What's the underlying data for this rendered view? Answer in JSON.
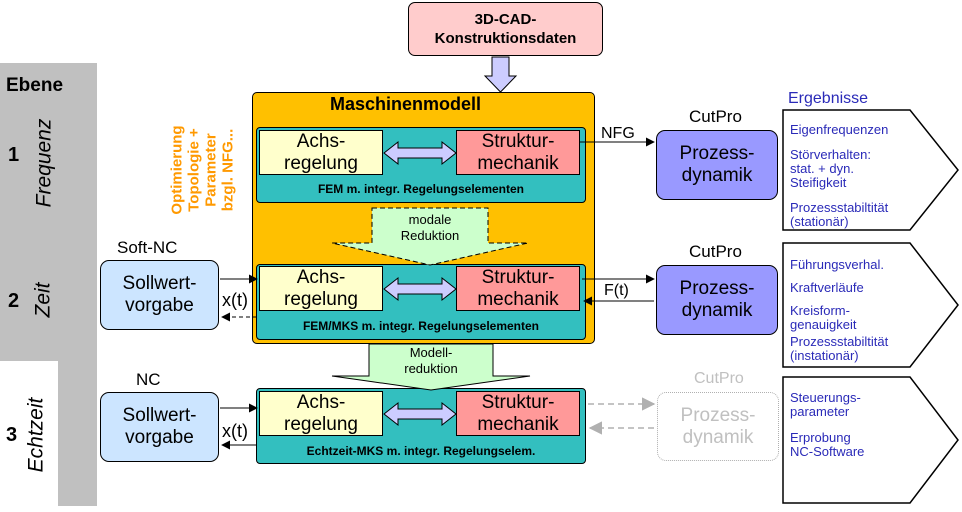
{
  "cad": {
    "line1": "3D-CAD-",
    "line2": "Konstruktionsdaten"
  },
  "ebene": "Ebene",
  "levels": [
    {
      "num": "1",
      "name": "Frequenz"
    },
    {
      "num": "2",
      "name": "Zeit"
    },
    {
      "num": "3",
      "name": "Echtzeit"
    }
  ],
  "machine": {
    "title": "Maschinenmodell"
  },
  "optimization": {
    "line1": "Optimierung",
    "line2": "Topologie +",
    "line3": "Parameter",
    "line4": "bzgl. NFG..."
  },
  "achs": {
    "line1": "Achs-",
    "line2": "regelung"
  },
  "struktur": {
    "line1": "Struktur-",
    "line2": "mechanik"
  },
  "fem_labels": {
    "l1": "FEM m. integr. Regelungselementen",
    "l2": "FEM/MKS m. integr. Regelungselementen",
    "l3": "Echtzeit-MKS m. integr. Regelungselem."
  },
  "modale": {
    "line1": "modale",
    "line2": "Reduktion"
  },
  "modell": {
    "line1": "Modell-",
    "line2": "reduktion"
  },
  "softnc": "Soft-NC",
  "nc": "NC",
  "sollwert": {
    "line1": "Sollwert-",
    "line2": "vorgabe"
  },
  "xt": "x(t)",
  "nfg": "NFG",
  "ft": "F(t)",
  "cutpro": "CutPro",
  "prozess": {
    "line1": "Prozess-",
    "line2": "dynamik"
  },
  "ergebnisse": "Ergebnisse",
  "results": {
    "r1": {
      "a1": "Eigenfrequenzen",
      "b1": "Störverhalten:",
      "b2": "stat. + dyn.",
      "b3": "Steifigkeit",
      "c1": "Prozessstabiltität",
      "c2": "(stationär)"
    },
    "r2": {
      "a1": "Führungsverhal.",
      "b1": "Kraftverläufe",
      "c1": "Kreisform-",
      "c2": "genauigkeit",
      "d1": "Prozessstabiltität",
      "d2": "(instationär)"
    },
    "r3": {
      "a1": "Steuerungs-",
      "a2": "parameter",
      "b1": "Erprobung",
      "b2": "NC-Software"
    }
  },
  "colors": {
    "machine_fill": "#ffc000",
    "teal": "#33bfbf",
    "achs_fill": "#ffffcc",
    "struktur_fill": "#ff9999",
    "prozess_fill": "#9999ff",
    "sollwert_fill": "#cce5ff",
    "cad_fill": "#ffcccc",
    "gray": "#c0c0c0",
    "optim_text": "#ff9900",
    "result_text": "#2a2ab8"
  }
}
